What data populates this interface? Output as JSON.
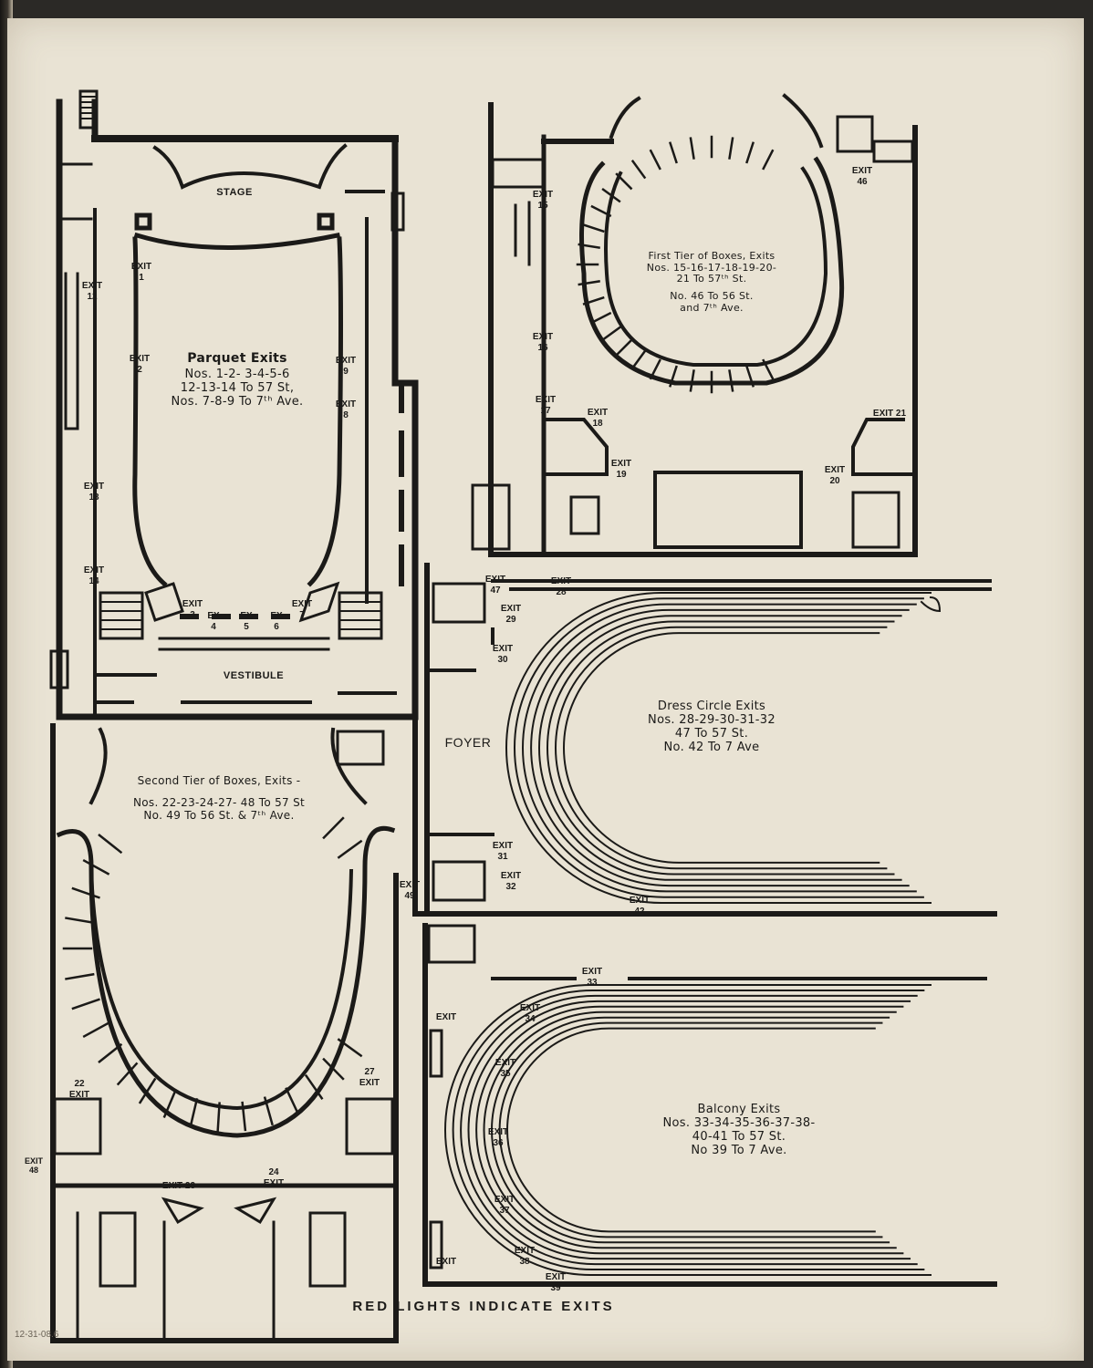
{
  "parquet": {
    "stage": "STAGE",
    "vestibule": "VESTIBULE",
    "title": "Parquet Exits",
    "lines": [
      "Nos. 1-2- 3-4-5-6",
      "12-13-14 To 57 St,",
      "Nos. 7-8-9 To 7ᵗʰ Ave."
    ],
    "exits": {
      "e1": "EXIT\n1",
      "e2": "EXIT\n2",
      "e3": "EXIT\n3",
      "e4": "EX\n4",
      "e5": "EX\n5",
      "e6": "EX\n6",
      "e7": "EXIT\n7",
      "e8": "EXIT\n8",
      "e9": "EXIT\n9",
      "e12": "EXIT\n12",
      "e13": "EXIT\n13",
      "e14": "EXIT\n14"
    }
  },
  "first_tier": {
    "lines": [
      "First Tier of Boxes, Exits",
      "Nos. 15-16-17-18-19-20-",
      "21 To 57ᵗʰ St.",
      "No. 46 To 56 St.",
      "and 7ᵗʰ Ave."
    ],
    "exits": {
      "e15": "EXIT\n15",
      "e16": "EXIT\n16",
      "e17": "EXIT\n17",
      "e18": "EXIT\n18",
      "e19": "EXIT\n19",
      "e20": "EXIT\n20",
      "e21": "EXIT 21",
      "e46": "EXIT\n46"
    }
  },
  "dress_circle": {
    "foyer": "FOYER",
    "lines": [
      "Dress Circle Exits",
      "Nos. 28-29-30-31-32",
      "47 To 57 St.",
      "No. 42 To 7 Ave"
    ],
    "exits": {
      "e47": "EXIT\n47",
      "e28": "EXIT\n28",
      "e29": "EXIT\n29",
      "e30": "EXIT\n30",
      "e31": "EXIT\n31",
      "e32": "EXIT\n32",
      "e42": "EXIT\n42"
    }
  },
  "second_tier": {
    "lines": [
      "Second Tier of Boxes, Exits -",
      "Nos. 22-23-24-27- 48 To 57 St",
      "No. 49 To 56 St. & 7ᵗʰ Ave."
    ],
    "exits": {
      "e22": "22\nEXIT",
      "e23": "EXIT 23",
      "e24": "24\nEXIT",
      "e27": "27\nEXIT",
      "e48": "EXIT\n48",
      "e49": "EXIT\n49"
    }
  },
  "balcony": {
    "lines": [
      "Balcony Exits",
      "Nos. 33-34-35-36-37-38-",
      "40-41 To 57 St.",
      "No 39 To 7 Ave."
    ],
    "exits": {
      "e33": "EXIT\n33",
      "e34": "EXIT\n34",
      "e35": "EXIT\n35",
      "e36": "EXIT\n36",
      "e37": "EXIT\n37",
      "e38": "EXIT\n38",
      "e39": "EXIT\n39",
      "eTop": "EXIT",
      "eBot": "EXIT"
    }
  },
  "footer": "RED LIGHTS INDICATE EXITS",
  "stamp": "12-31-08.6",
  "colors": {
    "paper": "#e9e3d4",
    "ink": "#1b1a18",
    "background": "#2b2926"
  }
}
